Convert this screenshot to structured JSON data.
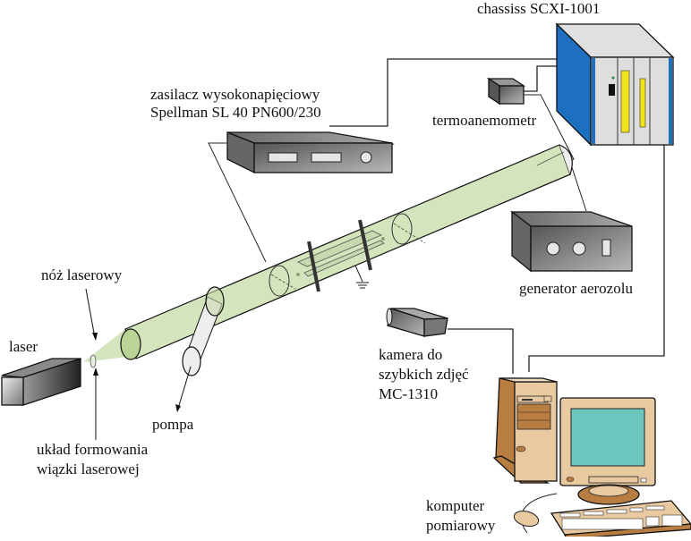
{
  "labels": {
    "chassis": "chassiss SCXI-1001",
    "power_supply_line1": "zasilacz wysokonapięciowy",
    "power_supply_line2": "Spellman SL 40 PN600/230",
    "thermoanemometer": "termoanemometr",
    "laser_knife": "nóż laserowy",
    "laser": "laser",
    "aerosol_generator": "generator aerozolu",
    "camera_line1": "kamera do",
    "camera_line2": "szybkich zdjęć",
    "camera_line3": "MC-1310",
    "pump": "pompa",
    "beam_optics_line1": "układ formowania",
    "beam_optics_line2": "wiązki laserowej",
    "computer_line1": "komputer",
    "computer_line2": "pomiarowy"
  },
  "colors": {
    "beam_green": "#d4e4bc",
    "chassis_blue": "#1f6fc0",
    "device_gray": "#8a8a8a",
    "computer_tan": "#e8c9a0",
    "computer_brown": "#b87d40",
    "monitor_screen": "#6cc6be",
    "indicator_yellow": "#f2e21a"
  }
}
